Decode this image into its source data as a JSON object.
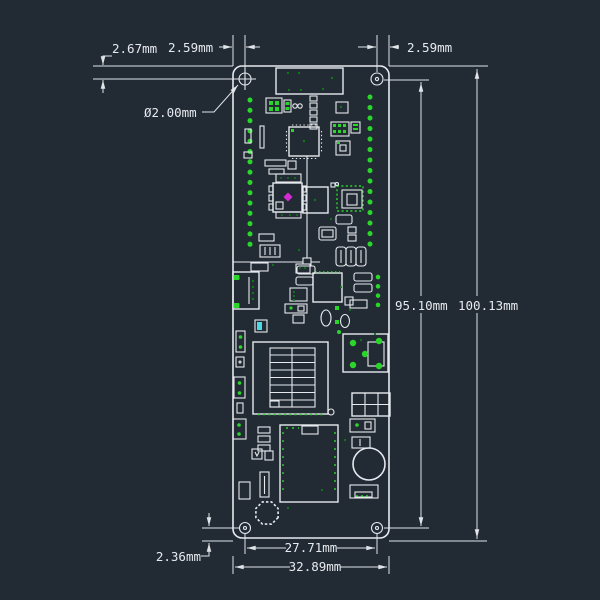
{
  "drawing": {
    "description": "PCB dimensional drawing (top view) with CAD-style dimension annotations",
    "units": "mm"
  },
  "dimensions": {
    "top_left_vertical": "2.67mm",
    "top_left_horizontal": "2.59mm",
    "top_right_horizontal": "2.59mm",
    "hole_diameter": "Ø2.00mm",
    "right_inner_hole_spacing": "95.10mm",
    "right_outer_board_height": "100.13mm",
    "bottom_left_vertical": "2.36mm",
    "bottom_hole_spacing": "27.71mm",
    "bottom_board_width": "32.89mm"
  },
  "colors": {
    "background": "#222a34",
    "line_white": "#e6eaee",
    "pad_green": "#2bd62b",
    "silkscreen_dark_green": "#0e7a16",
    "highlight_cyan": "#4fd8e4",
    "highlight_magenta": "#d42bd4"
  }
}
